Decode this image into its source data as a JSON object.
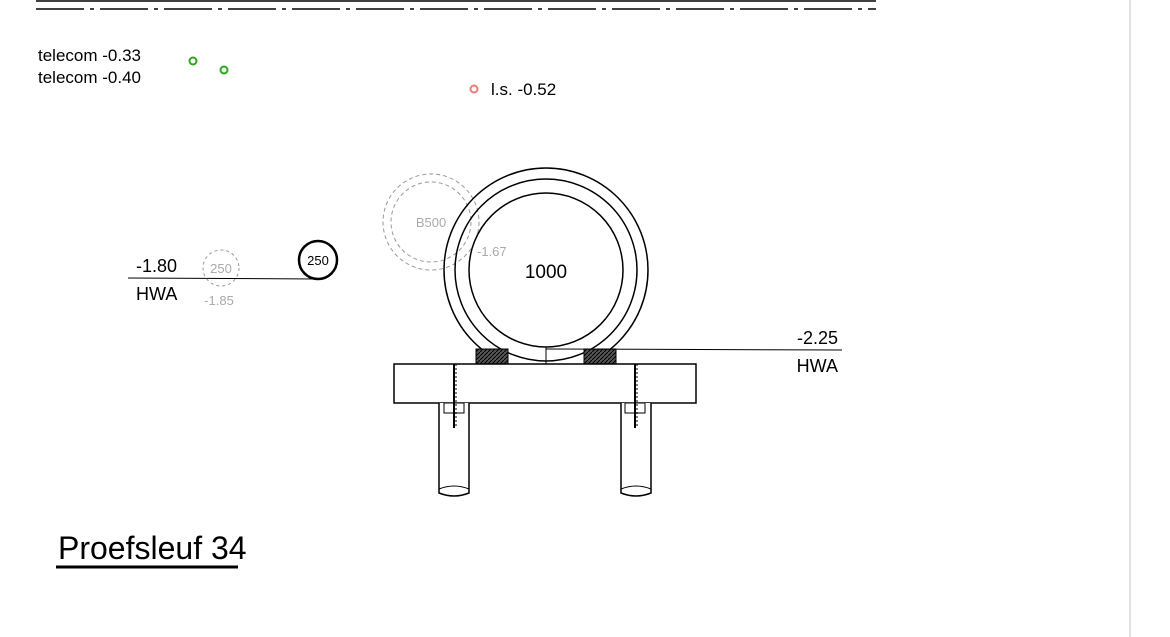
{
  "utilities": [
    {
      "label": "telecom -0.33",
      "color": "#2aa81a"
    },
    {
      "label": "telecom -0.40",
      "color": "#2aa81a"
    },
    {
      "label": "l.s. -0.52",
      "color": "#f07a7a"
    }
  ],
  "main_pipe": {
    "diameter": "1000",
    "level": "-2.25",
    "type": "HWA"
  },
  "left_pipe": {
    "level": "-1.80",
    "type": "HWA",
    "diameter": "250"
  },
  "ghost_pipe_small": {
    "diameter": "250",
    "level": "-1.85"
  },
  "ghost_pipe_large": {
    "label": "B500",
    "level": "-1.67"
  },
  "title": "Proefsleuf 34"
}
